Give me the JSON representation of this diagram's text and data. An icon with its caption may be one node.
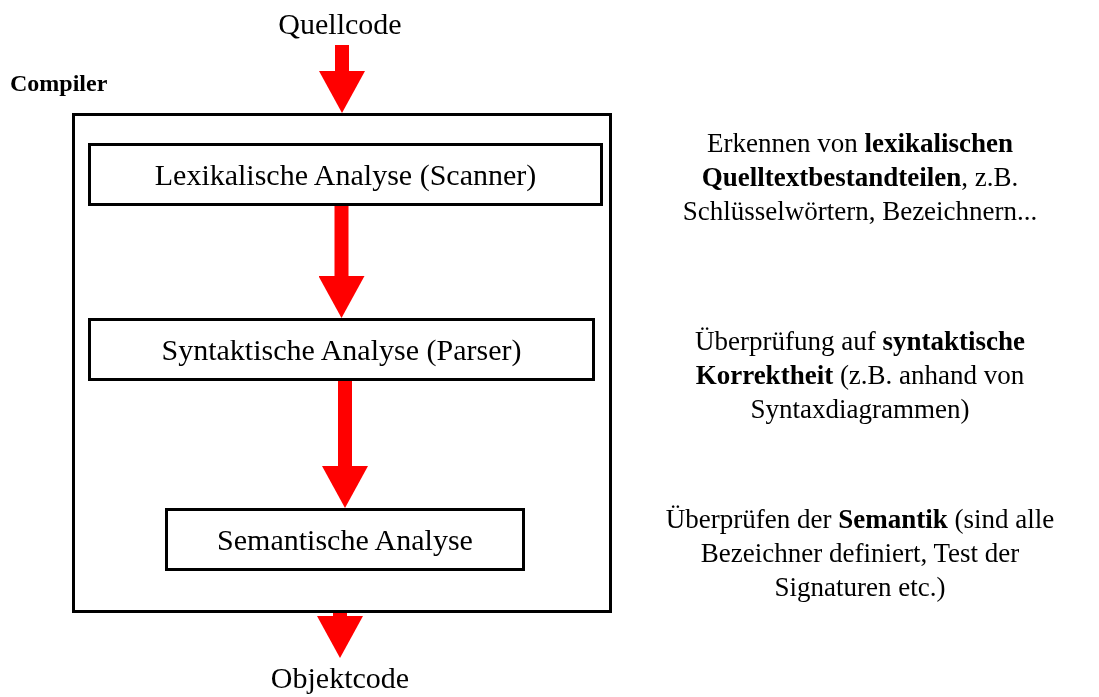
{
  "diagram": {
    "nodes": [
      {
        "text": [
          "Quellcode"
        ]
      },
      {
        "text": [
          "Compiler"
        ]
      },
      {
        "text": [
          "Lexikalische Analyse (Scanner)"
        ],
        "in": 1
      },
      {
        "text": [
          "Syntaktische Analyse (Parser)"
        ],
        "in": 1
      },
      {
        "text": [
          "Semantische Analyse"
        ],
        "in": 1
      },
      {
        "text": [
          "Objektcode"
        ]
      }
    ],
    "edges": [
      {
        "from": 0,
        "to": 1,
        "arrow": "to",
        "color": "#ff0000"
      },
      {
        "from": 2,
        "to": 3,
        "arrow": "to",
        "color": "#ff0000"
      },
      {
        "from": 3,
        "to": 4,
        "arrow": "to",
        "color": "#ff0000"
      },
      {
        "from": 1,
        "to": 5,
        "arrow": "to",
        "color": "#ff0000"
      }
    ],
    "labels": [
      "Erkennen von **lexikalischen Quelltextbestandteilen**, z.B. Schlüsselwörtern, Bezeichnern...",
      "Überprüfung auf **syntaktische Korrektheit** (z.B. anhand von Syntaxdiagrammen)",
      "Überprüfen der **Semantik** (sind alle Bezeichner definiert, Test der Signaturen etc.)"
    ]
  }
}
